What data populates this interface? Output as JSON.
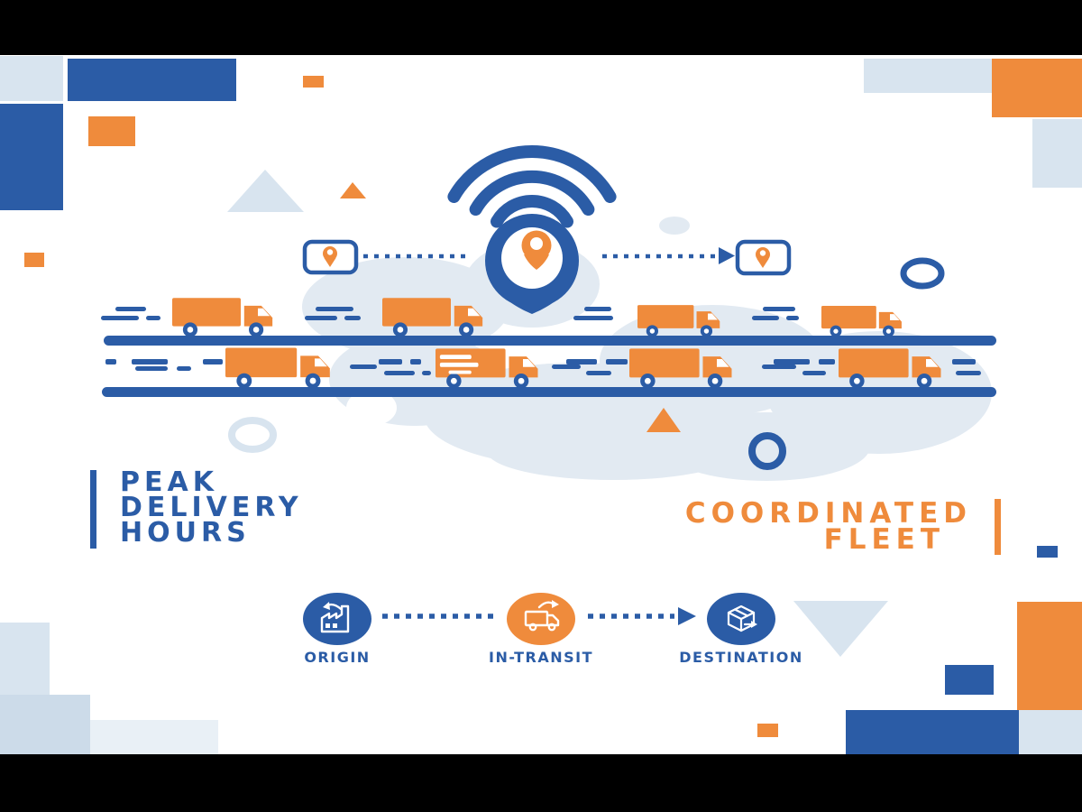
{
  "palette": {
    "blue": "#2b5ca6",
    "orange": "#ef8b3c",
    "lightblue": "#d8e4ef",
    "steel": "#ccdbe9",
    "ice": "#e9f0f6",
    "cloud": "#e2eaf2",
    "white": "#ffffff",
    "black": "#000000"
  },
  "titles": {
    "left": {
      "lines": [
        "PEAK",
        "DELIVERY",
        "HOURS"
      ]
    },
    "right": {
      "lines": [
        "COORDINATED",
        "FLEET"
      ]
    }
  },
  "process_legend": {
    "steps": [
      {
        "label": "ORIGIN",
        "icon": "factory-icon"
      },
      {
        "label": "IN-TRANSIT",
        "icon": "truck-icon"
      },
      {
        "label": "DESTINATION",
        "icon": "package-box-icon"
      }
    ]
  },
  "illustration": {
    "central_icons": [
      "wifi-signal-icon",
      "location-pin-icon",
      "map-pin-box-icon"
    ],
    "truck_count": 8
  }
}
